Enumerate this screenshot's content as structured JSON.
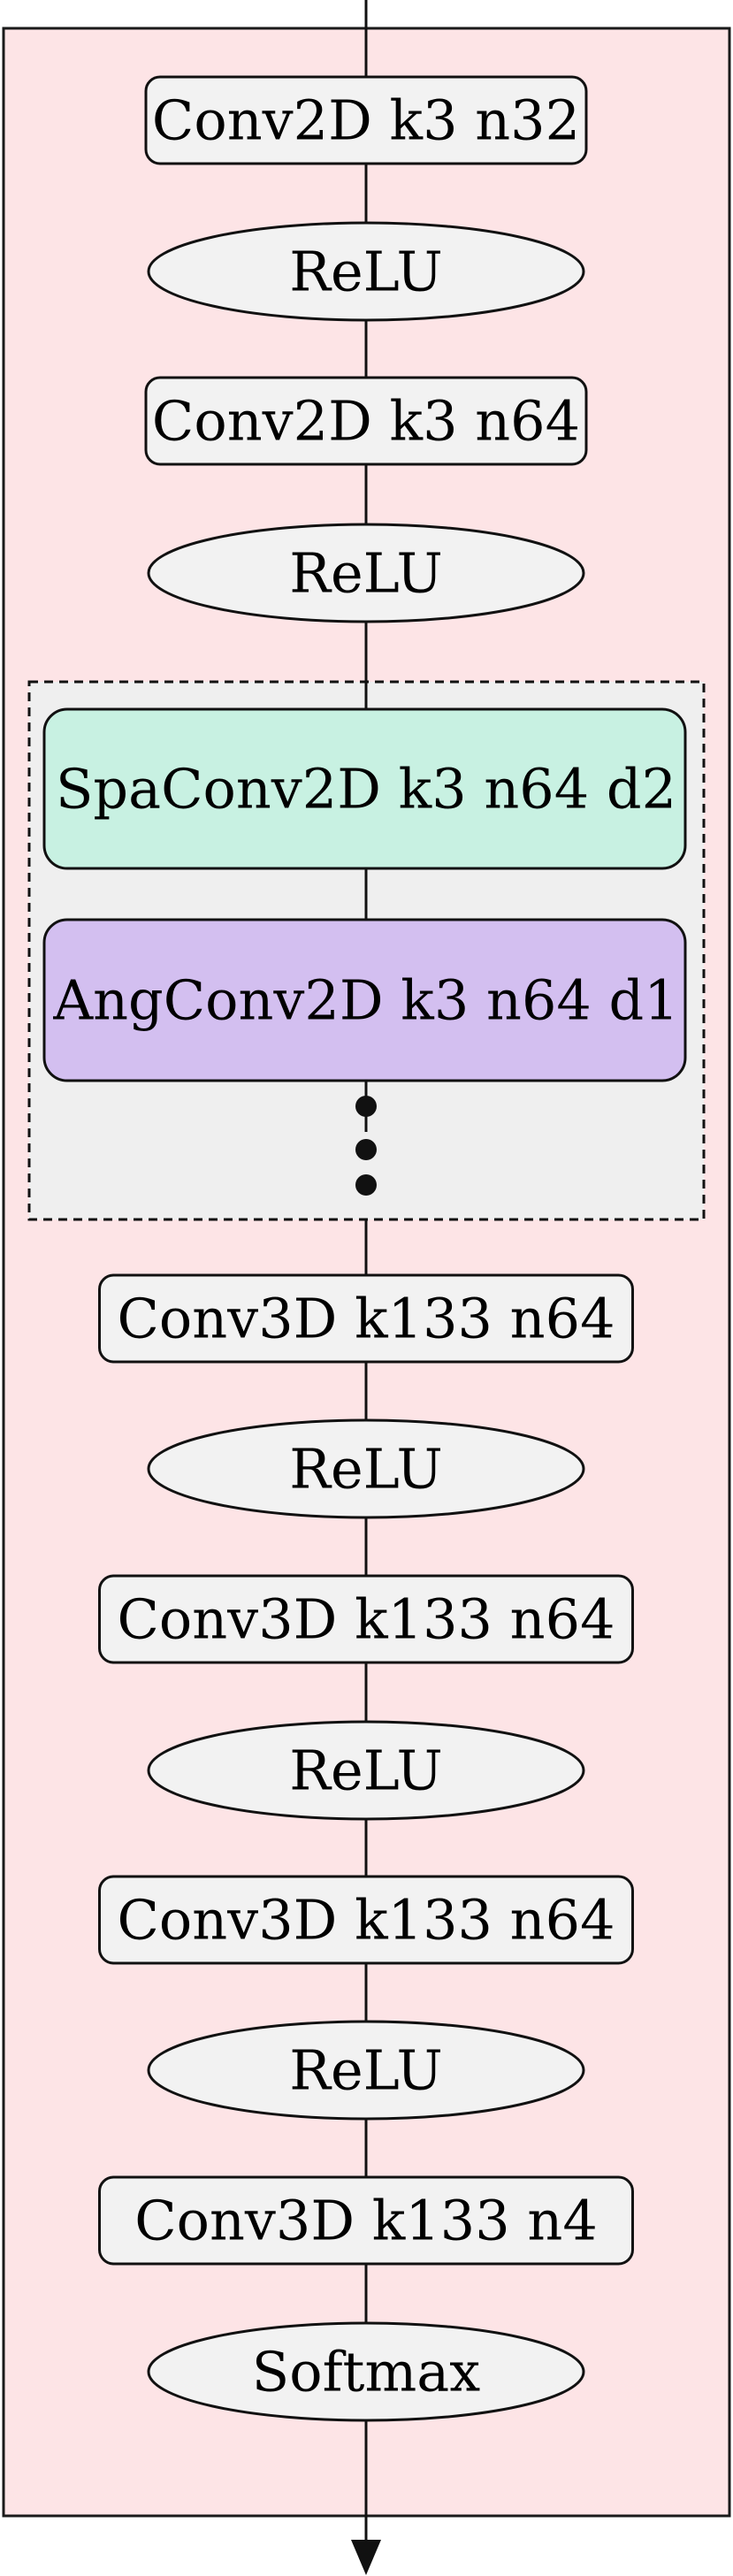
{
  "colors": {
    "container_fill": "#fde4e6",
    "container_stroke": "#1a1a1a",
    "op_fill": "#f2f2f2",
    "group_fill": "#efefef",
    "spa_fill": "#c8f1e2",
    "ang_fill": "#d3bff0",
    "line": "#111111"
  },
  "layers": [
    {
      "kind": "box",
      "label": "Conv2D k3 n32"
    },
    {
      "kind": "ellipse",
      "label": "ReLU"
    },
    {
      "kind": "box",
      "label": "Conv2D k3 n64"
    },
    {
      "kind": "ellipse",
      "label": "ReLU"
    },
    {
      "kind": "group",
      "items": [
        {
          "label": "SpaConv2D k3 n64 d2",
          "fill": "spa"
        },
        {
          "label": "AngConv2D k3 n64 d1",
          "fill": "ang"
        }
      ],
      "ellipsis": "vertical-dots"
    },
    {
      "kind": "box",
      "label": "Conv3D k133 n64"
    },
    {
      "kind": "ellipse",
      "label": "ReLU"
    },
    {
      "kind": "box",
      "label": "Conv3D k133 n64"
    },
    {
      "kind": "ellipse",
      "label": "ReLU"
    },
    {
      "kind": "box",
      "label": "Conv3D k133 n64"
    },
    {
      "kind": "ellipse",
      "label": "ReLU"
    },
    {
      "kind": "box",
      "label": "Conv3D k133 n4"
    },
    {
      "kind": "ellipse",
      "label": "Softmax"
    }
  ]
}
